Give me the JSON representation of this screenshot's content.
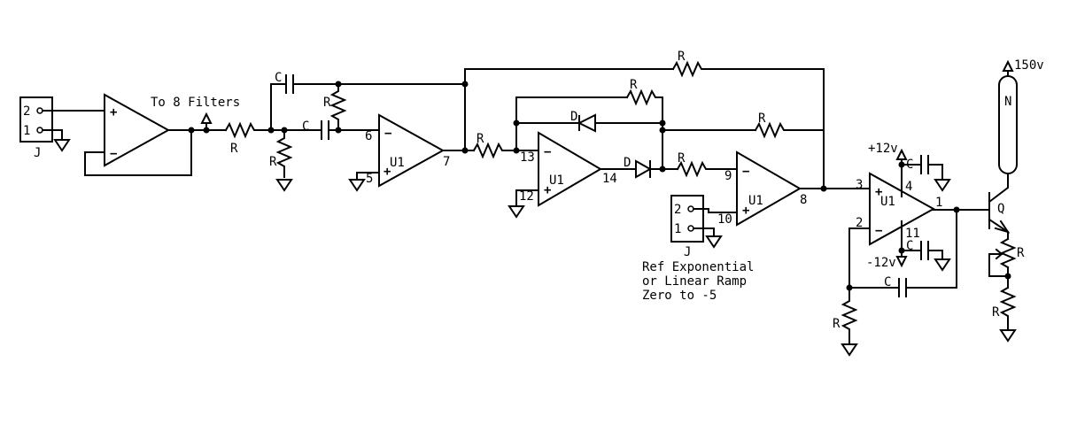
{
  "input_jack": {
    "pin2": "2",
    "pin1": "1",
    "ref": "J"
  },
  "ref_jack": {
    "pin2": "2",
    "pin1": "1",
    "ref": "J"
  },
  "to_filters": "To 8 Filters",
  "resistor_ref": "R",
  "capacitor_ref": "C",
  "diode_ref": "D",
  "opamp_ref": "U1",
  "transistor_ref": "Q",
  "neon_ref": "N",
  "plus_sign": "+",
  "minus_sign": "−",
  "supply": {
    "hv": "150v",
    "vpos": "+12v",
    "vneg": "-12v"
  },
  "pins": {
    "p6": "6",
    "p5": "5",
    "p7": "7",
    "p13": "13",
    "p12": "12",
    "p14": "14",
    "p9": "9",
    "p10": "10",
    "p8": "8",
    "p3": "3",
    "p2": "2",
    "p1": "1",
    "p4": "4",
    "p11": "11"
  },
  "ref_note": {
    "line1": "Ref Exponential",
    "line2": "or Linear Ramp",
    "line3": "Zero to -5"
  }
}
